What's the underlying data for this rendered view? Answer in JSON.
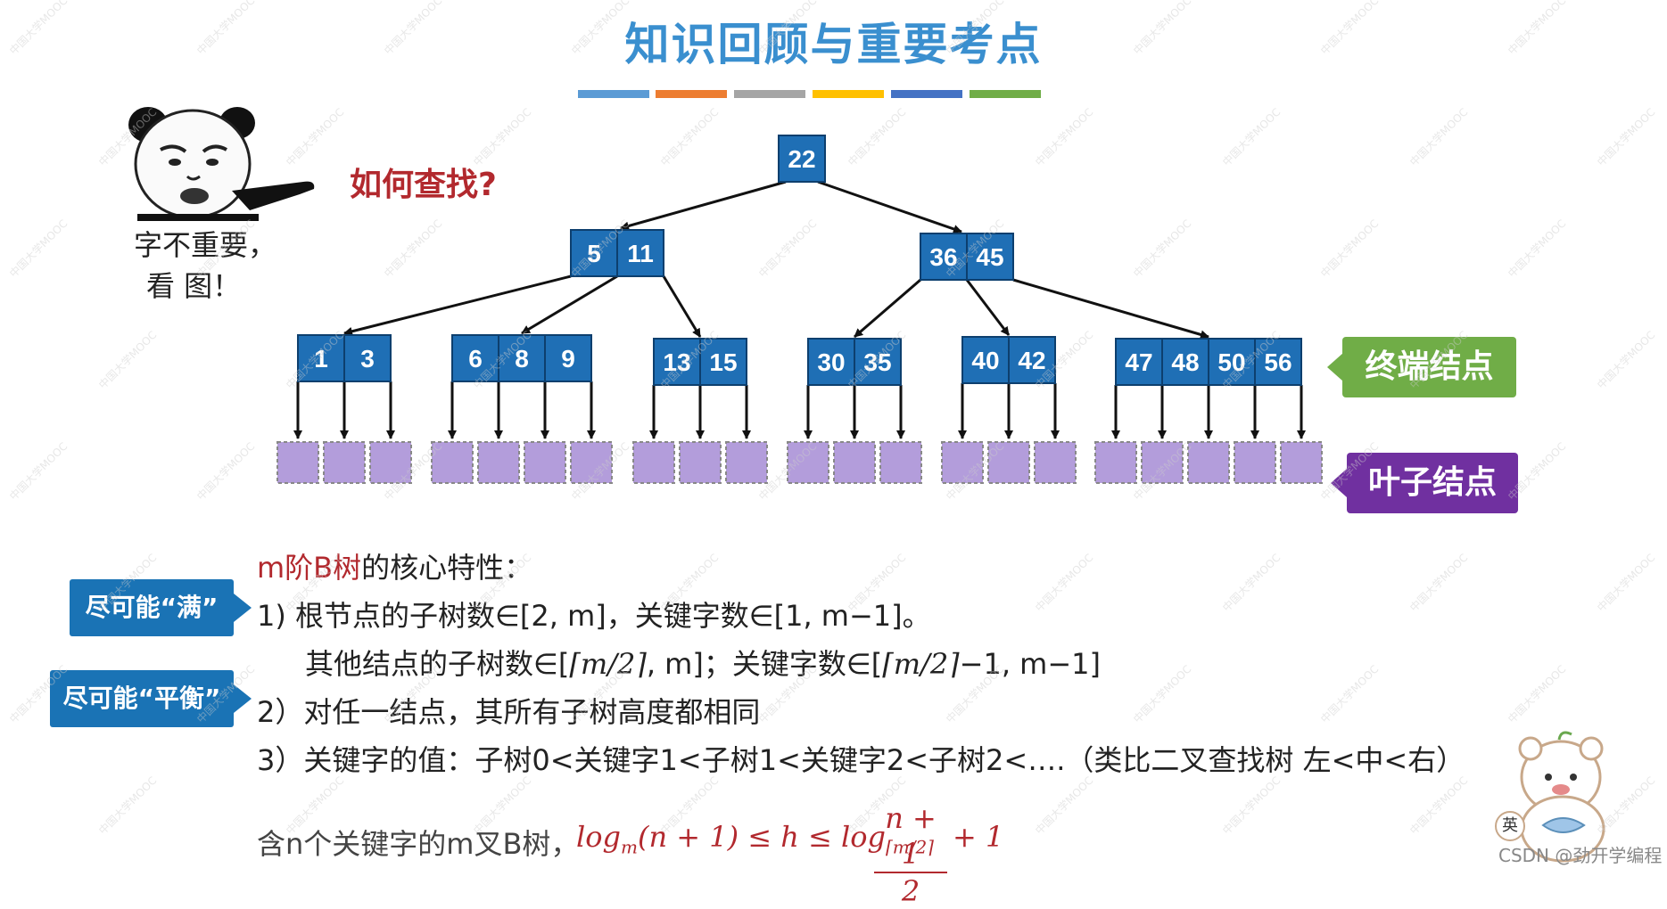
{
  "title": "知识回顾与重要考点",
  "title_bar_colors": [
    "#5b9bd5",
    "#ed7d31",
    "#a5a5a5",
    "#ffc000",
    "#4472c4",
    "#70ad47"
  ],
  "meme": {
    "question": "如何查找?",
    "note_line1": "字不重要，",
    "note_line2": "看 图！"
  },
  "tree": {
    "root": [
      "22"
    ],
    "level2": [
      [
        "5",
        "11"
      ],
      [
        "36",
        "45"
      ]
    ],
    "level3": [
      [
        "1",
        "3"
      ],
      [
        "6",
        "8",
        "9"
      ],
      [
        "13",
        "15"
      ],
      [
        "30",
        "35"
      ],
      [
        "40",
        "42"
      ],
      [
        "47",
        "48",
        "50",
        "56"
      ]
    ]
  },
  "tags": {
    "terminal": "终端结点",
    "leaf": "叶子结点",
    "terminal_color": "#70ad47",
    "leaf_color": "#7030a0"
  },
  "colors": {
    "node_fill": "#1f6fb5",
    "leaf_fill": "#b39ddb",
    "accent_red": "#b2292e",
    "callout_blue": "#1a73b5"
  },
  "properties": {
    "heading_prefix": "m阶B树",
    "heading_suffix": "的核心特性：",
    "p1_line1": "1)    根节点的子树数∈[2, m]，关键字数∈[1, m−1]。",
    "p1_line2_a": "其他结点的子树数∈[",
    "p1_line2_b": ", m]；关键字数∈[",
    "p1_line2_c": "−1, m−1]",
    "ceil_expr": "⌈m/2⌉",
    "p2": "2）对任一结点，其所有子树高度都相同",
    "p3": "3）关键字的值：子树0<关键字1<子树1<关键字2<子树2<….（类比二叉查找树 左<中<右）",
    "callout_full": "尽可能“满”",
    "callout_balance": "尽可能“平衡”"
  },
  "formula": {
    "prefix": "含n个关键字的m叉B树，",
    "left": "log",
    "left_sub": "m",
    "left_arg": "(n + 1) ≤ h ≤ log",
    "right_sub": "⌈m/2⌉",
    "numerator": "n + 1",
    "denominator": "2",
    "tail": "+ 1"
  },
  "footer": {
    "watermark_badge": "英",
    "credit": "CSDN @劲开学编程"
  },
  "watermark_text": "中国大学MOOC"
}
